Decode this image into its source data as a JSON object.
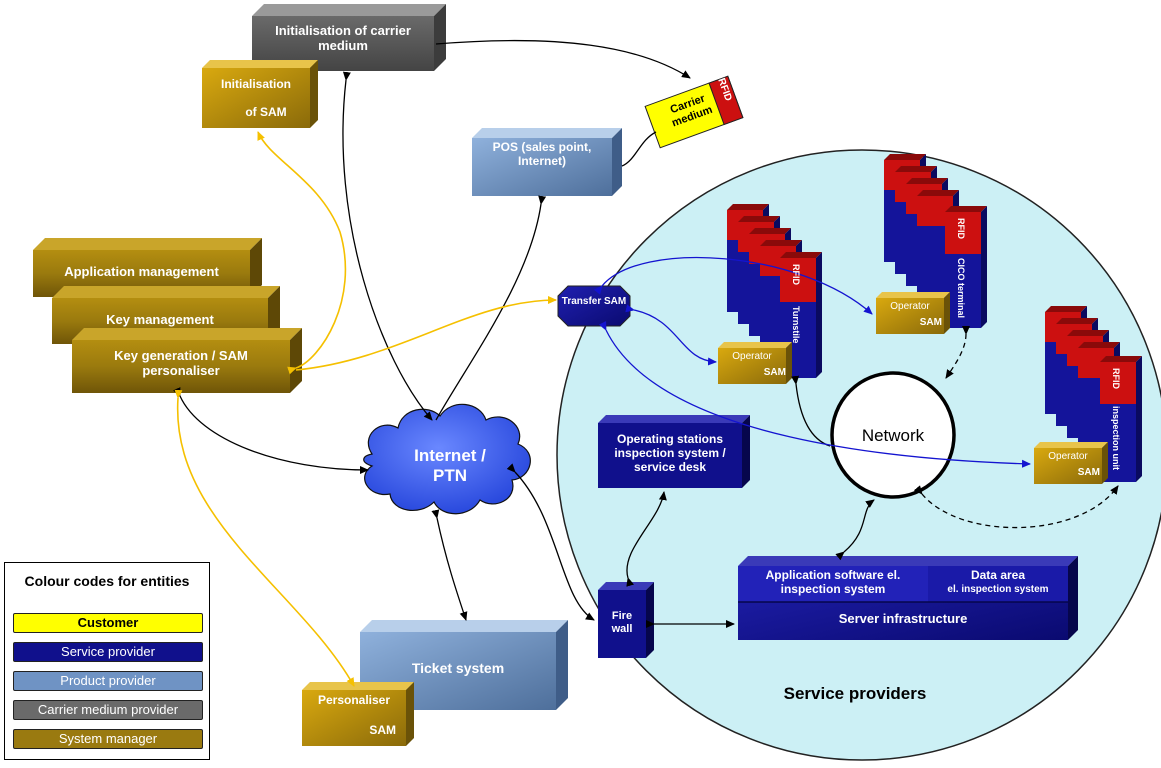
{
  "nodes": {
    "init_carrier": "Initialisation of carrier medium",
    "init_sam_1": "Initialisation",
    "init_sam_2": "of SAM",
    "carrier_medium": "Carrier medium",
    "rfid": "RFID",
    "pos": "POS (sales point, Internet)",
    "app_mgmt": "Application management",
    "key_mgmt": "Key management",
    "keygen": "Key generation / SAM personaliser",
    "transfer_sam": "Transfer SAM",
    "operator": "Operator",
    "sam": "SAM",
    "turnstile": "Turnstile",
    "cico": "CICO terminal",
    "inspection_unit": "inspection unit",
    "network": "Network",
    "internet": "Internet / PTN",
    "operating": "Operating stations inspection system / service desk",
    "app_sw": "Application software el. inspection system",
    "data_area_1": "Data area",
    "data_area_2": "el. inspection system",
    "server": "Server infrastructure",
    "firewall": "Fire wall",
    "ticket": "Ticket system",
    "personaliser": "Personaliser",
    "service_providers": "Service providers"
  },
  "legend": {
    "title": "Colour codes for entities",
    "items": [
      {
        "label": "Customer",
        "color": "#ffff00",
        "text_color": "#000000"
      },
      {
        "label": "Service provider",
        "color": "#10108c",
        "text_color": "#ffffff"
      },
      {
        "label": "Product provider",
        "color": "#6f93c4",
        "text_color": "#ffffff"
      },
      {
        "label": "Carrier medium provider",
        "color": "#6a6a6a",
        "text_color": "#ffffff"
      },
      {
        "label": "System manager",
        "color": "#9a7a10",
        "text_color": "#ffffff"
      }
    ]
  },
  "colors": {
    "circle_fill": "#ccf0f5",
    "internet_cloud": "#3b5eea",
    "arrow_black": "#000000",
    "arrow_blue": "#1414d0",
    "arrow_yellow": "#f5c000",
    "rfid_red": "#cc1010"
  }
}
